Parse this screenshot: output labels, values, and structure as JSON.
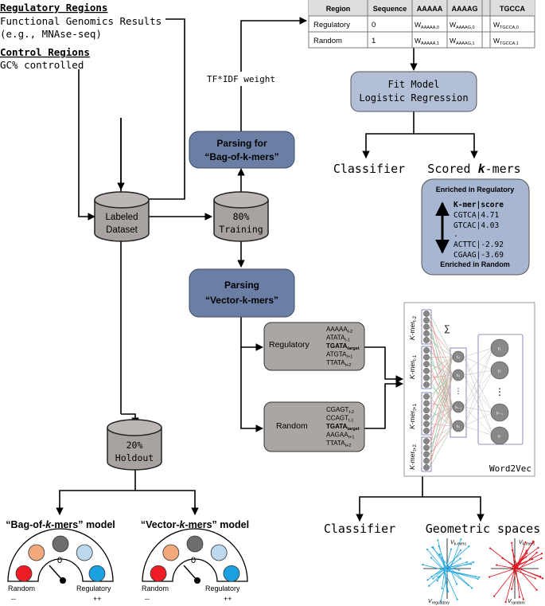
{
  "inputs": {
    "regulatory_title": "Regulatory Regions",
    "regulatory_line1": "Functional Genomics Results",
    "regulatory_line2": "(e.g., MNAse-seq)",
    "control_title": "Control Regions",
    "control_line1": "GC% controlled"
  },
  "table": {
    "headers": [
      "Region",
      "Sequence",
      "AAAAA",
      "AAAAG",
      "TGCCA"
    ],
    "rows": [
      {
        "region": "Regulatory",
        "sequence": "0",
        "w1": "W",
        "w1_sub": "AAAAA,0",
        "w2": "W",
        "w2_sub": "AAAAG,0",
        "w3": "W",
        "w3_sub": "TGCCA,0"
      },
      {
        "region": "Random",
        "sequence": "1",
        "w1": "W",
        "w1_sub": "AAAAA,1",
        "w2": "W",
        "w2_sub": "AAAAG,1",
        "w3": "W",
        "w3_sub": "TGCCA,1"
      }
    ]
  },
  "tfidf_label": "TF*IDF weight",
  "fit_model": {
    "line1": "Fit Model",
    "line2": "Logistic Regression"
  },
  "bag_parse": {
    "line1": "Parsing for",
    "line2": "“Bag-of-k-mers”"
  },
  "vector_parse": {
    "line1": "Parsing",
    "line2": "“Vector-k-mers”"
  },
  "labeled_dataset": {
    "line1": "Labeled",
    "line2": "Dataset"
  },
  "training": {
    "line1": "80%",
    "line2": "Training"
  },
  "holdout": {
    "line1": "20%",
    "line2": "Holdout"
  },
  "top_outputs": {
    "classifier": "Classifier",
    "scored_prefix": "Scored ",
    "scored_k": "k",
    "scored_suffix": "-mers"
  },
  "scored_box": {
    "enriched_regulatory": "Enriched in Regulatory",
    "enriched_random": "Enriched in Random",
    "header": "K-mer|score",
    "rows": [
      "CGTCA|4.71",
      "GTCAC|4.03",
      ".",
      "ACTTC|-2.92",
      "CGAAG|-3.69"
    ]
  },
  "regulatory_box": {
    "label": "Regulatory",
    "kmers": [
      {
        "seq": "AAAAA",
        "sub": "t-2",
        "bold": false
      },
      {
        "seq": "ATATA",
        "sub": "t-1",
        "bold": false
      },
      {
        "seq": "TGATA",
        "sub": "target",
        "bold": true
      },
      {
        "seq": "ATGTA",
        "sub": "t+1",
        "bold": false
      },
      {
        "seq": "TTATA",
        "sub": "t+2",
        "bold": false
      }
    ]
  },
  "random_box": {
    "label": "Random",
    "kmers": [
      {
        "seq": "CGAGT",
        "sub": "t-2",
        "bold": false
      },
      {
        "seq": "CCAGT",
        "sub": "t-1",
        "bold": false
      },
      {
        "seq": "TGATA",
        "sub": "target",
        "bold": true
      },
      {
        "seq": "AAGAA",
        "sub": "t+1",
        "bold": false
      },
      {
        "seq": "TTATA",
        "sub": "t+2",
        "bold": false
      }
    ]
  },
  "word2vec": {
    "label": "Word2Vec",
    "sum_symbol": "∑",
    "row_labels": [
      {
        "k": "K",
        "rest": "-mer",
        "sub": "t-2"
      },
      {
        "k": "K",
        "rest": "-mer",
        "sub": "t-1"
      },
      {
        "k": "K",
        "rest": "-mer",
        "sub": "t+1"
      },
      {
        "k": "K",
        "rest": "-mer",
        "sub": "t+2"
      }
    ],
    "hidden_nodes": [
      "h₁",
      "h₂",
      "hₙ₋₁",
      "hₙ"
    ],
    "output_nodes": [
      "y₁",
      "y₂",
      "yₙ₋₁",
      "yₙ"
    ]
  },
  "bottom_outputs": {
    "classifier": "Classifier",
    "geometric": "Geometric spaces"
  },
  "geometric": {
    "left_top_label": "V",
    "left_top_sub": "k-mers",
    "left_bottom_label": "V",
    "left_bottom_sub": "regulatory",
    "right_top_label": "V",
    "right_top_sub": "k-mers",
    "right_bottom_label": "V",
    "right_bottom_sub": "random",
    "colors": {
      "regulatory": "#29a9e0",
      "random": "#e0141e"
    }
  },
  "models": [
    {
      "title_open": "“Bag-of-",
      "title_k": "k",
      "title_close": "-mers” model",
      "zero": "0",
      "left_label": "Random",
      "left_sign": "--",
      "right_label": "Regulatory",
      "right_sign": "++"
    },
    {
      "title_open": "“Vector-",
      "title_k": "k",
      "title_close": "-mers” model",
      "zero": "0",
      "left_label": "Random",
      "left_sign": "--",
      "right_label": "Regulatory",
      "right_sign": "++"
    }
  ],
  "colors": {
    "parse_box": "#6b7fa5",
    "fit_box": "#b3bfd6",
    "scored_box": "#a7b7d2",
    "cylinder": "#a8a2a0",
    "seq_box": "#aaa6a4",
    "dot_red": "#ee1c24",
    "dot_orange": "#f2a97b",
    "dot_gray": "#6d6d6d",
    "dot_lightblue": "#bcd9ef",
    "dot_blue": "#1ba1e2"
  }
}
